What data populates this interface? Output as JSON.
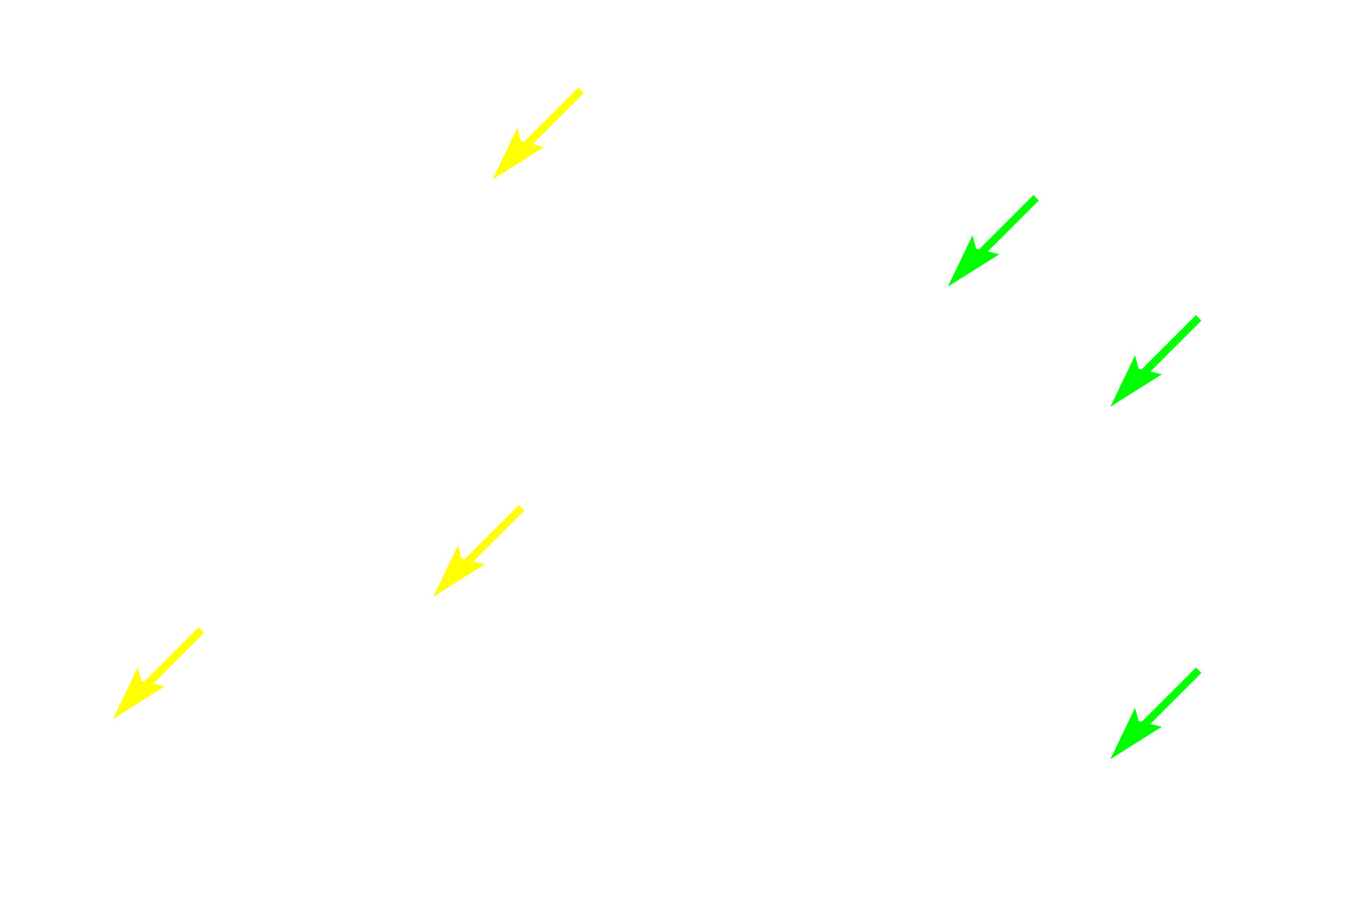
{
  "colors": {
    "background": "#ffffff",
    "yellow": "#ffff00",
    "green": "#00ff00"
  },
  "pointers": [
    {
      "icon": "arrow-down-left-icon",
      "color": "yellow"
    },
    {
      "icon": "arrow-down-left-icon",
      "color": "green"
    },
    {
      "icon": "arrow-down-left-icon",
      "color": "green"
    },
    {
      "icon": "arrow-down-left-icon",
      "color": "yellow"
    },
    {
      "icon": "arrow-down-left-icon",
      "color": "yellow"
    },
    {
      "icon": "arrow-down-left-icon",
      "color": "green"
    }
  ]
}
